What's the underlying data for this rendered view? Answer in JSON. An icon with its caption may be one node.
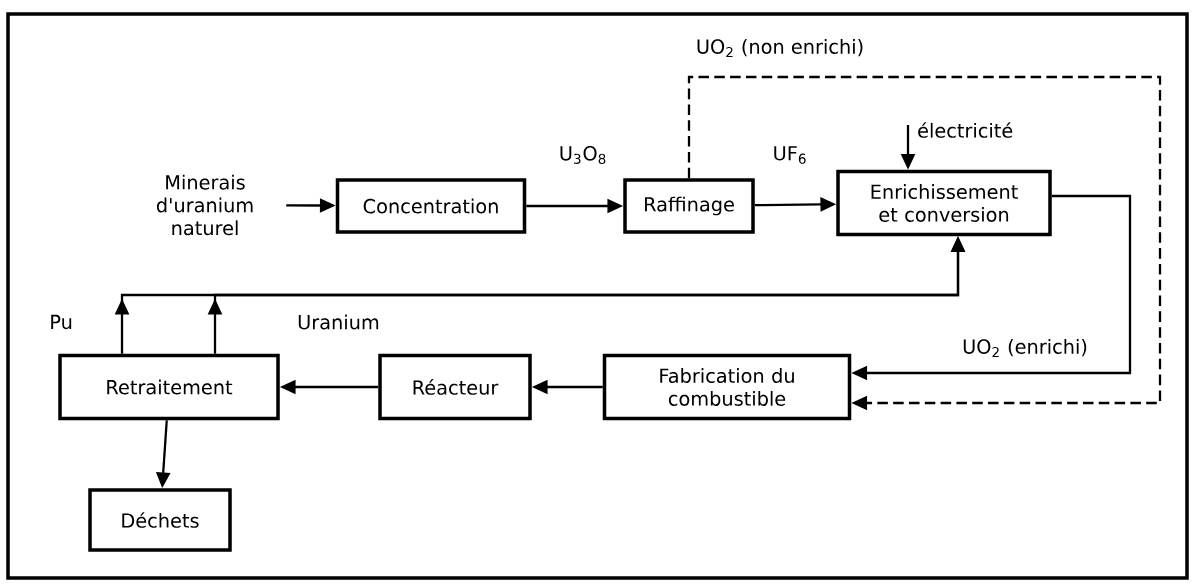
{
  "diagram": {
    "nodes": [
      {
        "text": [
          "Minerais d'uranium naturel"
        ]
      },
      {
        "text": [
          "Concentration"
        ]
      },
      {
        "text": [
          "Raffinage"
        ]
      },
      {
        "text": [
          "Enrichissement et conversion"
        ]
      },
      {
        "text": [
          "Fabrication du combustible"
        ]
      },
      {
        "text": [
          "Réacteur"
        ]
      },
      {
        "text": [
          "Retraitement"
        ]
      },
      {
        "text": [
          "Déchets"
        ]
      }
    ],
    "edges": [
      {
        "from": 0,
        "to": 1,
        "arrow": "to"
      },
      {
        "from": 1,
        "to": 2,
        "arrow": "to",
        "label": "U$_{3}$O$_{8}$"
      },
      {
        "from": 2,
        "to": 3,
        "arrow": "to",
        "label": "UF$_{6}$"
      },
      {
        "from": null,
        "to": 3,
        "arrow": "to",
        "label": "électricité"
      },
      {
        "from": 2,
        "to": 4,
        "arrow": "to",
        "style": "dashed",
        "label": "UO$_{2}$ (non enrichi)"
      },
      {
        "from": 3,
        "to": 4,
        "arrow": "to",
        "label": "UO$_{2}$ (enrichi)"
      },
      {
        "from": 4,
        "to": 5,
        "arrow": "to"
      },
      {
        "from": 5,
        "to": 6,
        "arrow": "to"
      },
      {
        "from": 6,
        "to": 7,
        "arrow": "to"
      },
      {
        "from": 6,
        "to": 3,
        "arrow": "to",
        "label": "Pu"
      },
      {
        "from": 6,
        "to": 3,
        "arrow": "to",
        "label": "Uranium"
      }
    ]
  }
}
